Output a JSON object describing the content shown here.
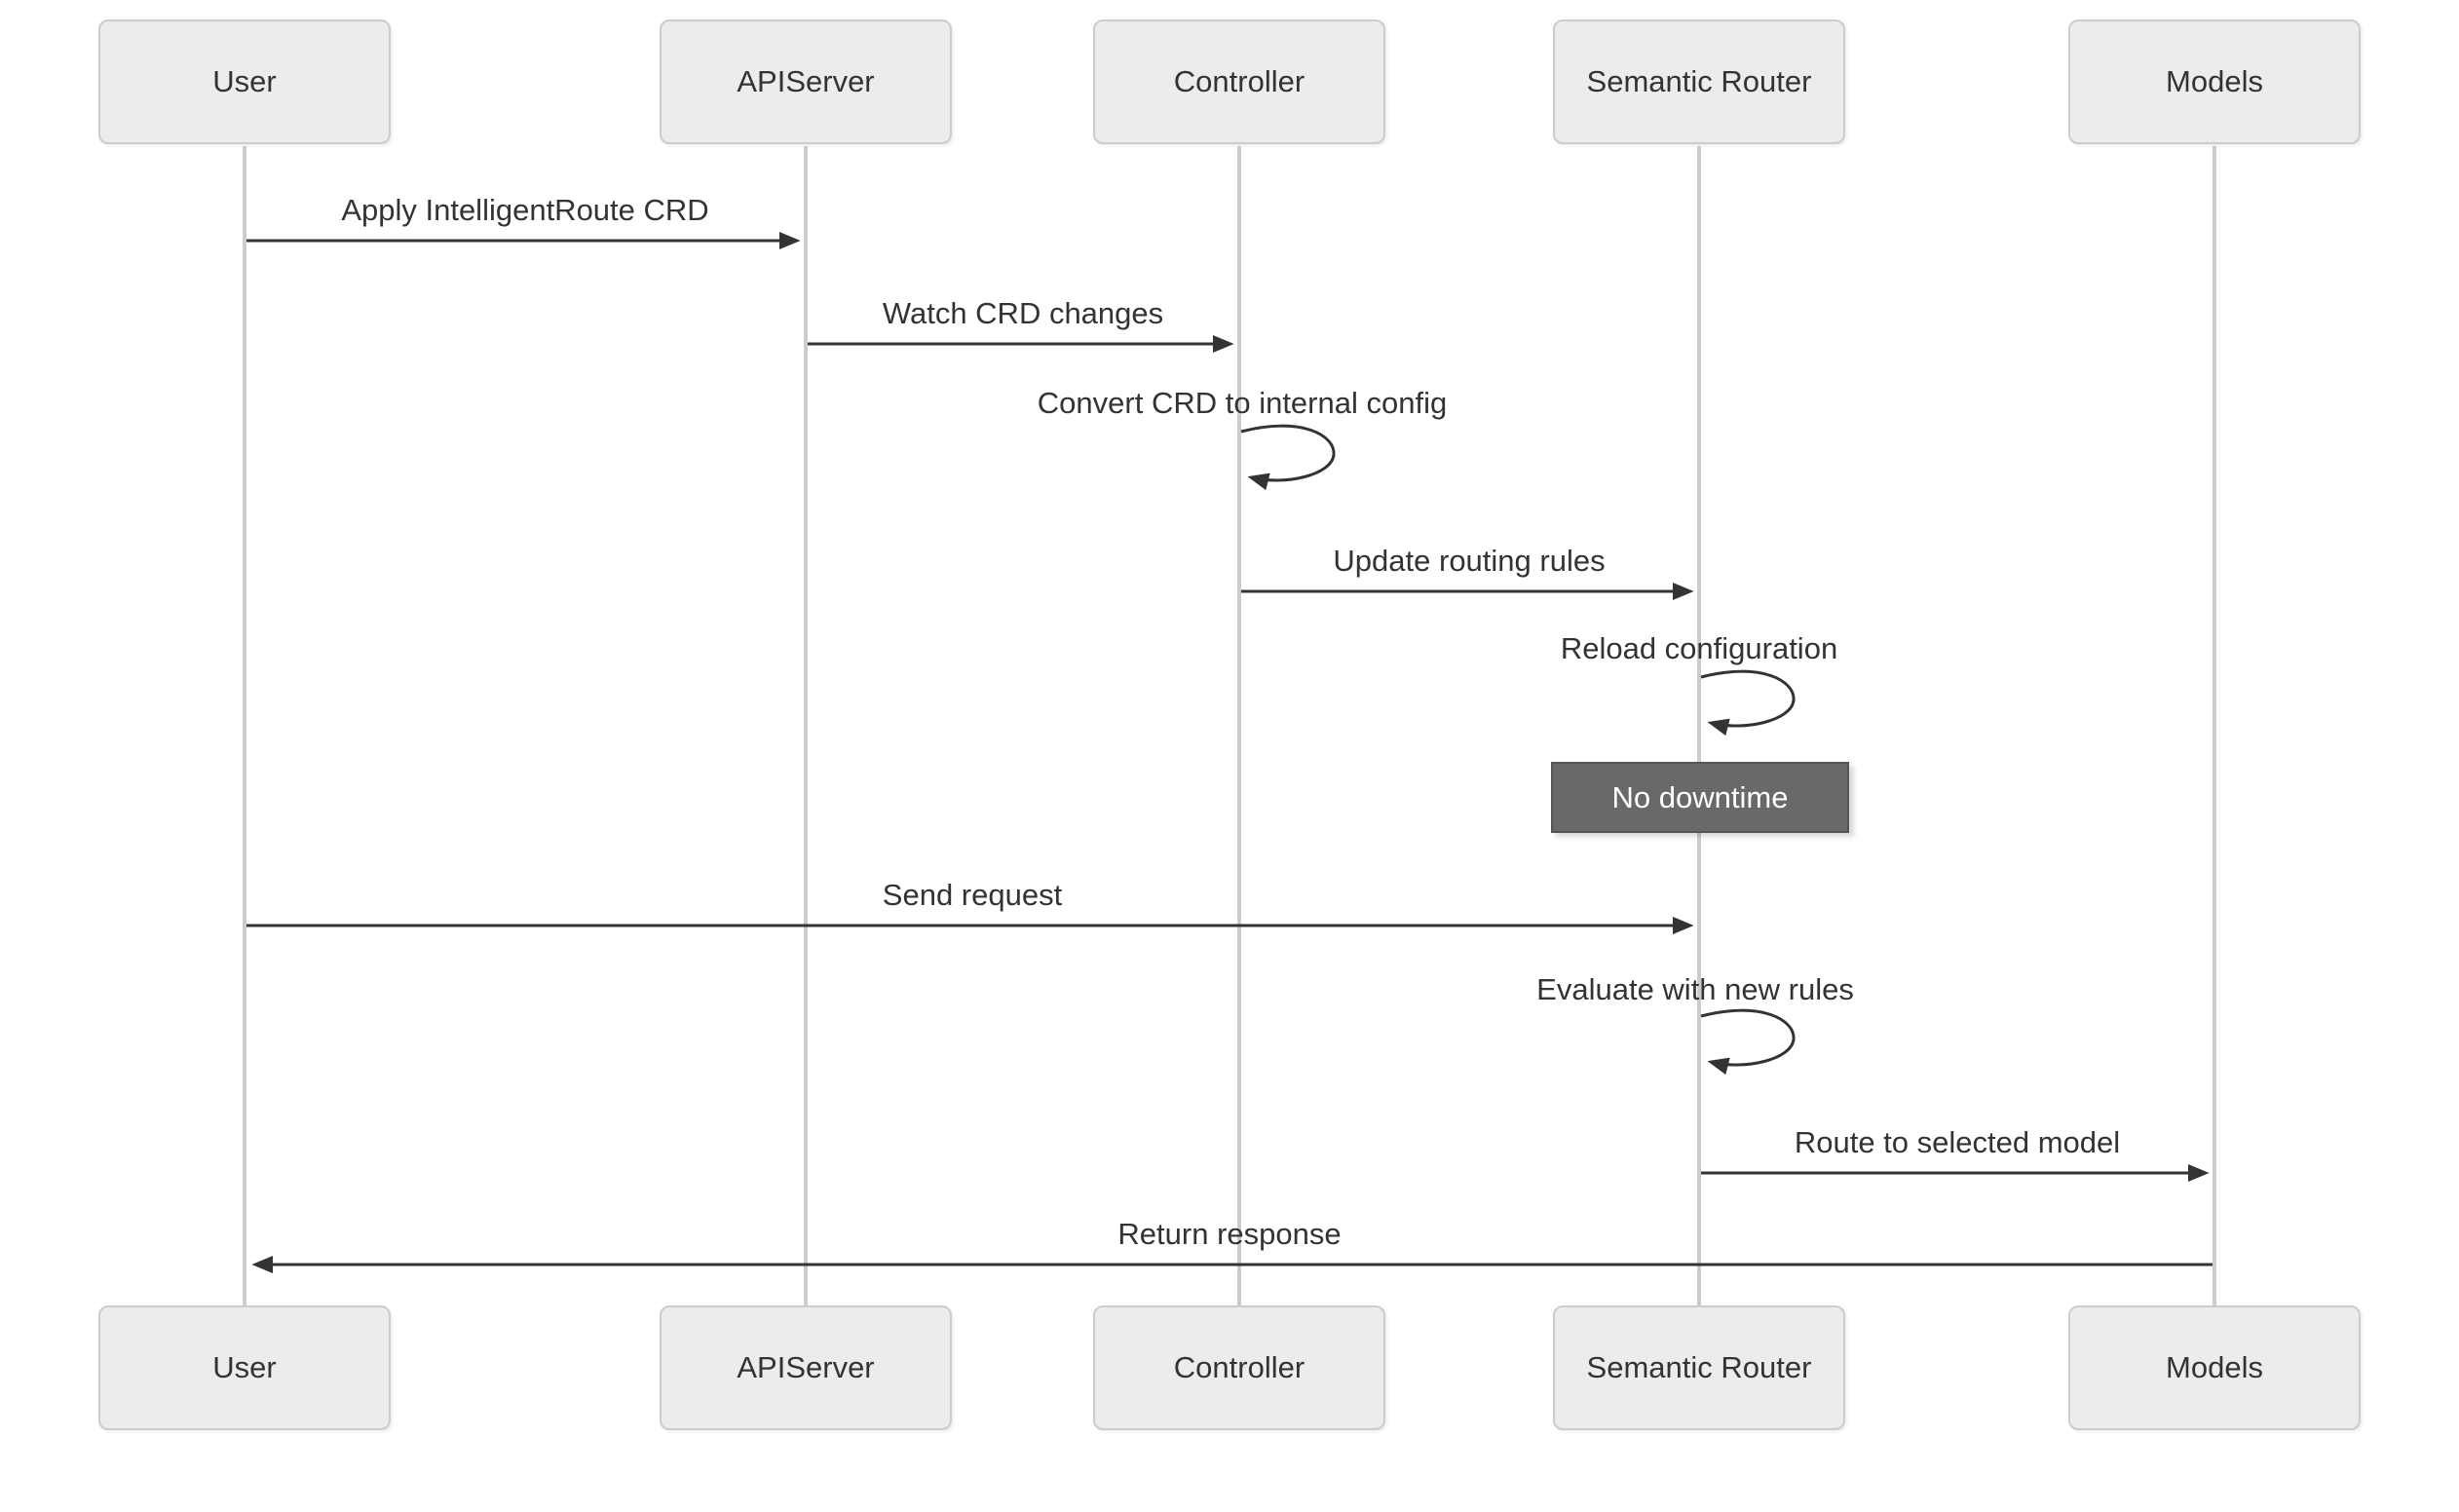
{
  "diagram": {
    "kind": "sequence-diagram",
    "actors": [
      {
        "id": "user",
        "label": "User"
      },
      {
        "id": "apiserver",
        "label": "APIServer"
      },
      {
        "id": "controller",
        "label": "Controller"
      },
      {
        "id": "semantic-router",
        "label": "Semantic Router"
      },
      {
        "id": "models",
        "label": "Models"
      }
    ],
    "messages": [
      {
        "from": "User",
        "to": "APIServer",
        "type": "solid-arrow",
        "label": "Apply IntelligentRoute CRD"
      },
      {
        "from": "APIServer",
        "to": "Controller",
        "type": "solid-arrow",
        "label": "Watch CRD changes"
      },
      {
        "from": "Controller",
        "to": "Controller",
        "type": "self-loop",
        "label": "Convert CRD to internal config"
      },
      {
        "from": "Controller",
        "to": "Semantic Router",
        "type": "solid-arrow",
        "label": "Update routing rules"
      },
      {
        "from": "Semantic Router",
        "to": "Semantic Router",
        "type": "self-loop",
        "label": "Reload configuration"
      },
      {
        "from": "User",
        "to": "Semantic Router",
        "type": "solid-arrow",
        "label": "Send request"
      },
      {
        "from": "Semantic Router",
        "to": "Semantic Router",
        "type": "self-loop",
        "label": "Evaluate with new rules"
      },
      {
        "from": "Semantic Router",
        "to": "Models",
        "type": "solid-arrow",
        "label": "Route to selected model"
      },
      {
        "from": "Models",
        "to": "User",
        "type": "solid-arrow",
        "label": "Return response"
      }
    ],
    "notes": [
      {
        "over": "Semantic Router",
        "label": "No downtime"
      }
    ],
    "colors": {
      "background": "#ffffff",
      "actor_fill": "#ececec",
      "actor_border": "#cccccc",
      "actor_text": "#333333",
      "lifeline": "#cccccc",
      "signal_line": "#333333",
      "message_text": "#333333",
      "note_fill": "#696969",
      "note_border": "#555555",
      "note_text": "#ffffff"
    }
  }
}
